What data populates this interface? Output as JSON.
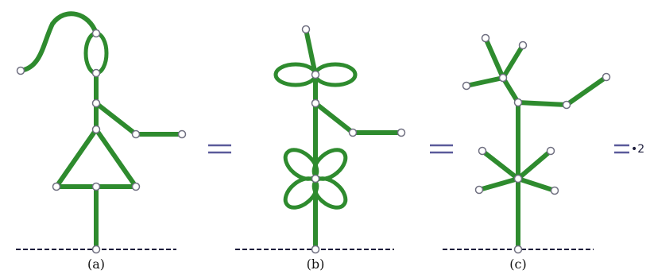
{
  "panels": [
    {
      "id": "a",
      "label": "(a)"
    },
    {
      "id": "b",
      "label": "(b)"
    },
    {
      "id": "c",
      "label": "(c)"
    }
  ],
  "equals": [
    "=",
    "=",
    "="
  ],
  "factor_label": "•2",
  "colors": {
    "edge": "#2e8b2e",
    "node_fill": "#ffffff",
    "node_stroke": "#6f6f80",
    "baseline": "#1b1b3a",
    "equals": "#5a5a9a"
  }
}
